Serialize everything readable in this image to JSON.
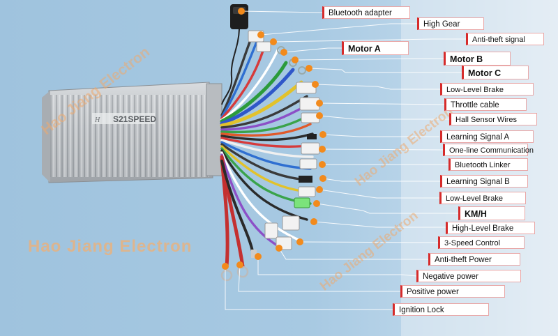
{
  "controller": {
    "brand_text": "S21SPEED",
    "colors": {
      "body": "#c4c7cb",
      "fin_dark": "#8e9398",
      "fin_light": "#e4e6e8",
      "label_border": "#d62b2b",
      "dot": "#f28a1c"
    }
  },
  "watermark": {
    "text": "Hao Jiang Electron"
  },
  "labels": [
    {
      "id": "bluetooth-adapter",
      "text": "Bluetooth adapter"
    },
    {
      "id": "high-gear",
      "text": "High Gear"
    },
    {
      "id": "anti-theft-signal",
      "text": "Anti-theft signal"
    },
    {
      "id": "motor-a",
      "text": "Motor A"
    },
    {
      "id": "motor-b",
      "text": "Motor B"
    },
    {
      "id": "motor-c",
      "text": "Motor C"
    },
    {
      "id": "low-level-brake-1",
      "text": "Low-Level Brake"
    },
    {
      "id": "throttle-cable",
      "text": "Throttle cable"
    },
    {
      "id": "hall-sensor-wires",
      "text": "Hall Sensor Wires"
    },
    {
      "id": "learning-signal-a",
      "text": "Learning Signal A"
    },
    {
      "id": "one-line-communication",
      "text": "One-line Communication"
    },
    {
      "id": "bluetooth-linker",
      "text": "Bluetooth Linker"
    },
    {
      "id": "learning-signal-b",
      "text": "Learning Signal B"
    },
    {
      "id": "low-level-brake-2",
      "text": "Low-Level Brake"
    },
    {
      "id": "km-h",
      "text": "KM/H"
    },
    {
      "id": "high-level-brake",
      "text": "High-Level Brake"
    },
    {
      "id": "three-speed-control",
      "text": "3-Speed Control"
    },
    {
      "id": "anti-theft-power",
      "text": "Anti-theft Power"
    },
    {
      "id": "negative-power",
      "text": "Negative power"
    },
    {
      "id": "positive-power",
      "text": "Positive  power"
    },
    {
      "id": "ignition-lock",
      "text": "Ignition Lock"
    }
  ]
}
